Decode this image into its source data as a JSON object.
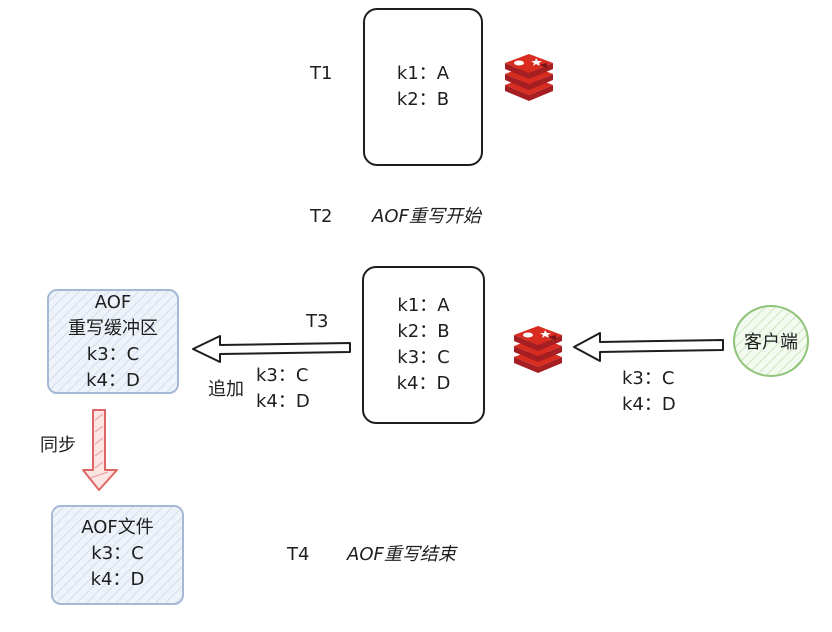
{
  "t1": {
    "label": "T1",
    "db_lines": [
      "k1：A",
      "k2：B"
    ]
  },
  "t2": {
    "label": "T2",
    "text": "AOF重写开始"
  },
  "t3": {
    "label": "T3",
    "db_lines": [
      "k1：A",
      "k2：B",
      "k3：C",
      "k4：D"
    ],
    "append_label": "追加",
    "append_lines": [
      "k3：C",
      "k4：D"
    ],
    "client_label": "客户端",
    "client_lines": [
      "k3：C",
      "k4：D"
    ],
    "buffer_lines": [
      "AOF",
      "重写缓冲区",
      "k3：C",
      "k4：D"
    ],
    "sync_label": "同步"
  },
  "t4": {
    "label": "T4",
    "text": "AOF重写结束",
    "file_lines": [
      "AOF文件",
      "k3：C",
      "k4：D"
    ]
  },
  "icons": {
    "redis": "redis-logo-icon",
    "arrow": "left-arrow-icon"
  },
  "colors": {
    "redis": "#c0282d",
    "buffer_stroke": "#a5b8d6",
    "client_stroke": "#8fc47a",
    "sync_arrow": "#e06666"
  }
}
